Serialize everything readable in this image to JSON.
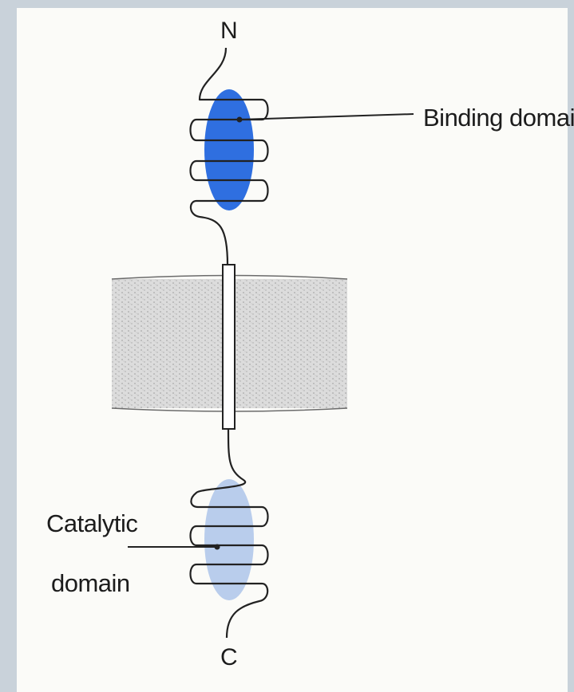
{
  "diagram": {
    "terminals": {
      "n": "N",
      "c": "C"
    },
    "labels": {
      "binding_domain": "Binding domain",
      "catalytic_domain_line1": "Catalytic",
      "catalytic_domain_line2": "domain"
    },
    "colors": {
      "binding_domain": "#2f6fe0",
      "catalytic_domain": "#b9cdec",
      "membrane": "#dedede",
      "strand": "#222222",
      "background": "#c9d2da"
    }
  }
}
